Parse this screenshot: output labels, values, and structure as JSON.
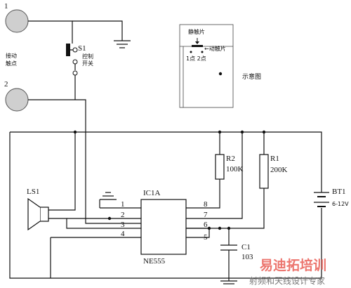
{
  "terminals": {
    "t1": "1",
    "t2": "2"
  },
  "contact_label": [
    "接动",
    "触点"
  ],
  "switch": {
    "name": "S1",
    "label": [
      "控制",
      "开关"
    ]
  },
  "inset": {
    "top_label": "静触片",
    "right_label": "←动触片",
    "point_labels": "1点 2点",
    "caption": "示意图"
  },
  "speaker": {
    "name": "LS1"
  },
  "ic": {
    "name": "IC1A",
    "part": "NE555",
    "pins": [
      "1",
      "2",
      "3",
      "4",
      "8",
      "7",
      "6",
      "5"
    ]
  },
  "resistors": [
    {
      "name": "R2",
      "value": "100K"
    },
    {
      "name": "R1",
      "value": "200K"
    }
  ],
  "capacitor": {
    "name": "C1",
    "value": "103"
  },
  "battery": {
    "name": "BT1",
    "value": "6-12V"
  },
  "watermark": {
    "brand": "易迪拓培训",
    "tagline": "射频和天线设计专家"
  }
}
